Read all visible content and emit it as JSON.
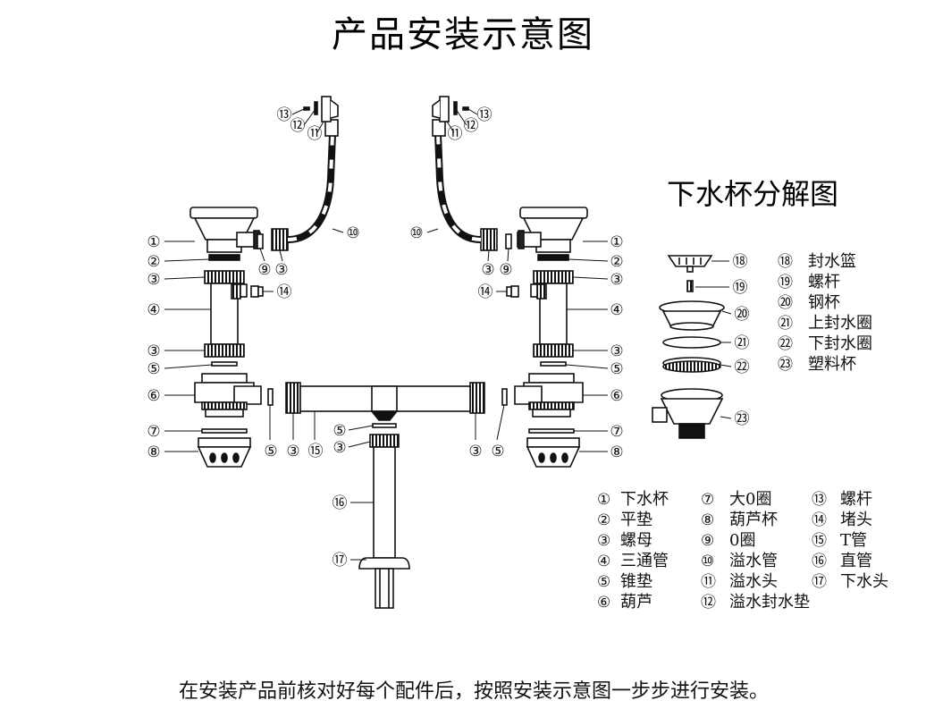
{
  "title": "产品安装示意图",
  "subtitle": "下水杯分解图",
  "footer_note": "在安装产品前核对好每个配件后，按照安装示意图一步步进行安装。",
  "callouts_left": [
    "①",
    "②",
    "③",
    "④",
    "③",
    "⑤",
    "⑥",
    "⑦",
    "⑧"
  ],
  "callouts_right": [
    "①",
    "②",
    "③",
    "④",
    "③",
    "⑤",
    "⑥",
    "⑦",
    "⑧"
  ],
  "callouts_mid": {
    "c13l": "⑬",
    "c12l": "⑫",
    "c11l": "⑪",
    "c10l": "⑩",
    "c9l": "⑨",
    "c3l": "③",
    "c14l": "⑭",
    "c13r": "⑬",
    "c12r": "⑫",
    "c11r": "⑪",
    "c10r": "⑩",
    "c9r": "⑨",
    "c3r": "③",
    "c14r": "⑭",
    "c5a": "⑤",
    "c3a": "③",
    "c15": "⑮",
    "c3b": "③",
    "c5b": "⑤",
    "c5c": "⑤",
    "c3c": "③",
    "c16": "⑯",
    "c17": "⑰"
  },
  "exploded": [
    {
      "num": "⑱",
      "name": "封水篮"
    },
    {
      "num": "⑲",
      "name": "螺杆"
    },
    {
      "num": "⑳",
      "name": "钢杯"
    },
    {
      "num": "㉑",
      "name": "上封水圈"
    },
    {
      "num": "㉒",
      "name": "下封水圈"
    },
    {
      "num": "㉓",
      "name": "塑料杯"
    }
  ],
  "legend": {
    "col1": [
      {
        "num": "①",
        "name": "下水杯"
      },
      {
        "num": "②",
        "name": "平垫"
      },
      {
        "num": "③",
        "name": "螺母"
      },
      {
        "num": "④",
        "name": "三通管"
      },
      {
        "num": "⑤",
        "name": "锥垫"
      },
      {
        "num": "⑥",
        "name": "葫芦"
      }
    ],
    "col2": [
      {
        "num": "⑦",
        "name": "大0圈"
      },
      {
        "num": "⑧",
        "name": "葫芦杯"
      },
      {
        "num": "⑨",
        "name": "0圈"
      },
      {
        "num": "⑩",
        "name": "溢水管"
      },
      {
        "num": "⑪",
        "name": "溢水头"
      },
      {
        "num": "⑫",
        "name": "溢水封水垫"
      }
    ],
    "col3": [
      {
        "num": "⑬",
        "name": "螺杆"
      },
      {
        "num": "⑭",
        "name": "堵头"
      },
      {
        "num": "⑮",
        "name": "T管"
      },
      {
        "num": "⑯",
        "name": "直管"
      },
      {
        "num": "⑰",
        "name": "下水头"
      }
    ]
  }
}
